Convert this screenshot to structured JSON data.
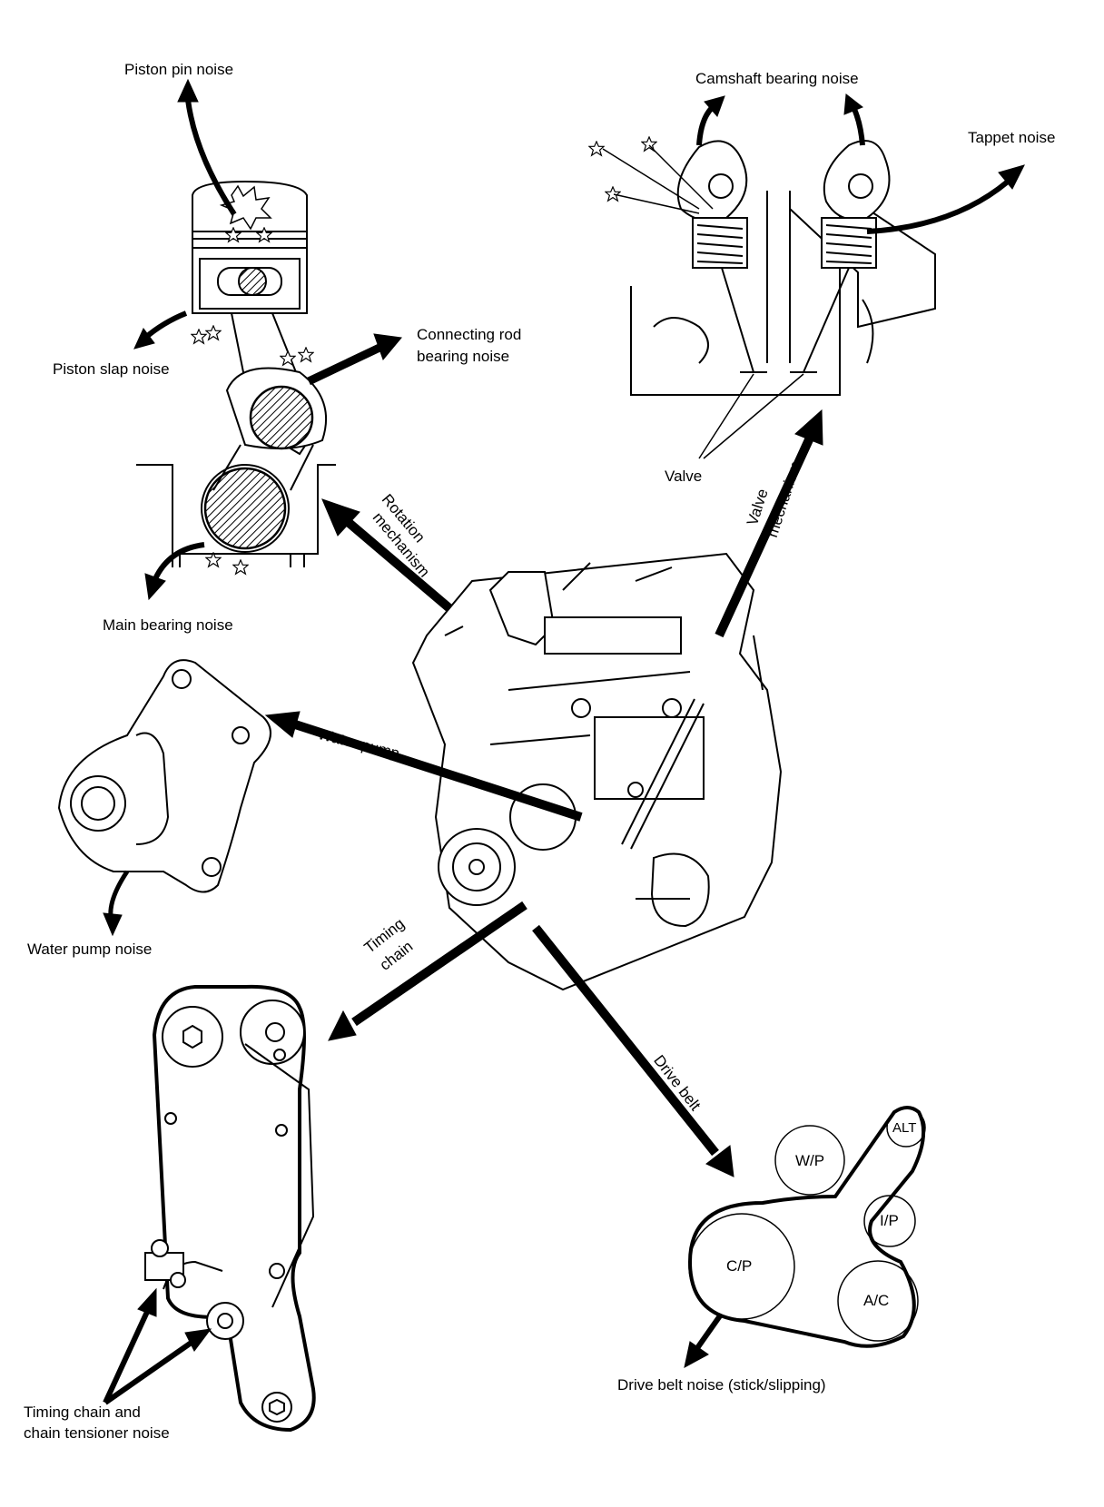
{
  "labels": {
    "piston_pin_noise": "Piston pin noise",
    "piston_slap_noise": "Piston slap noise",
    "connecting_rod_line1": "Connecting rod",
    "connecting_rod_line2": "bearing noise",
    "main_bearing_noise": "Main bearing noise",
    "camshaft_bearing_noise": "Camshaft bearing noise",
    "tappet_noise": "Tappet noise",
    "valve": "Valve",
    "valve_mechanism_line1": "Valve",
    "valve_mechanism_line2": "mechanism",
    "rotation_mechanism_line1": "Rotation",
    "rotation_mechanism_line2": "mechanism",
    "water_pump": "Water pump",
    "water_pump_noise": "Water pump noise",
    "timing_chain_line1": "Timing",
    "timing_chain_line2": "chain",
    "timing_chain_tensioner_line1": "Timing chain and",
    "timing_chain_tensioner_line2": "chain tensioner noise",
    "drive_belt": "Drive belt",
    "drive_belt_noise": "Drive belt noise (stick/slipping)"
  },
  "pulleys": {
    "wp": "W/P",
    "alt": "ALT",
    "ip": "I/P",
    "cp": "C/P",
    "ac": "A/C"
  }
}
